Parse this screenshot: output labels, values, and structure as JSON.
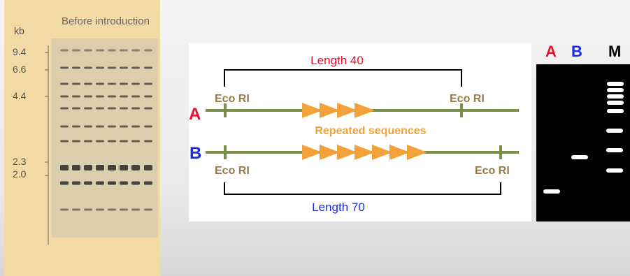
{
  "photo": {
    "kb_label": "kb",
    "caption": "Before introduction",
    "ticks": [
      "9.4",
      "6.6",
      "4.4",
      "2.3",
      "2.0"
    ]
  },
  "diagram": {
    "length_a": "Length 40",
    "length_b": "Length 70",
    "label_a": "A",
    "label_b": "B",
    "eco_a_left": "Eco RI",
    "eco_a_right": "Eco RI",
    "eco_b_left": "Eco RI",
    "eco_b_right": "Eco RI",
    "repeated": "Repeated sequences",
    "repeat_count_a": 4,
    "repeat_count_b": 7
  },
  "gel": {
    "lane_a": "A",
    "lane_b": "B",
    "lane_m": "M",
    "marker_band_count": 8
  },
  "colors": {
    "red": "#e8102a",
    "blue": "#1a2be0",
    "line": "#7a8f4a",
    "arrow": "#f3a23a",
    "eco": "#9a7a46",
    "photo_bg": "#f3d9a4"
  }
}
